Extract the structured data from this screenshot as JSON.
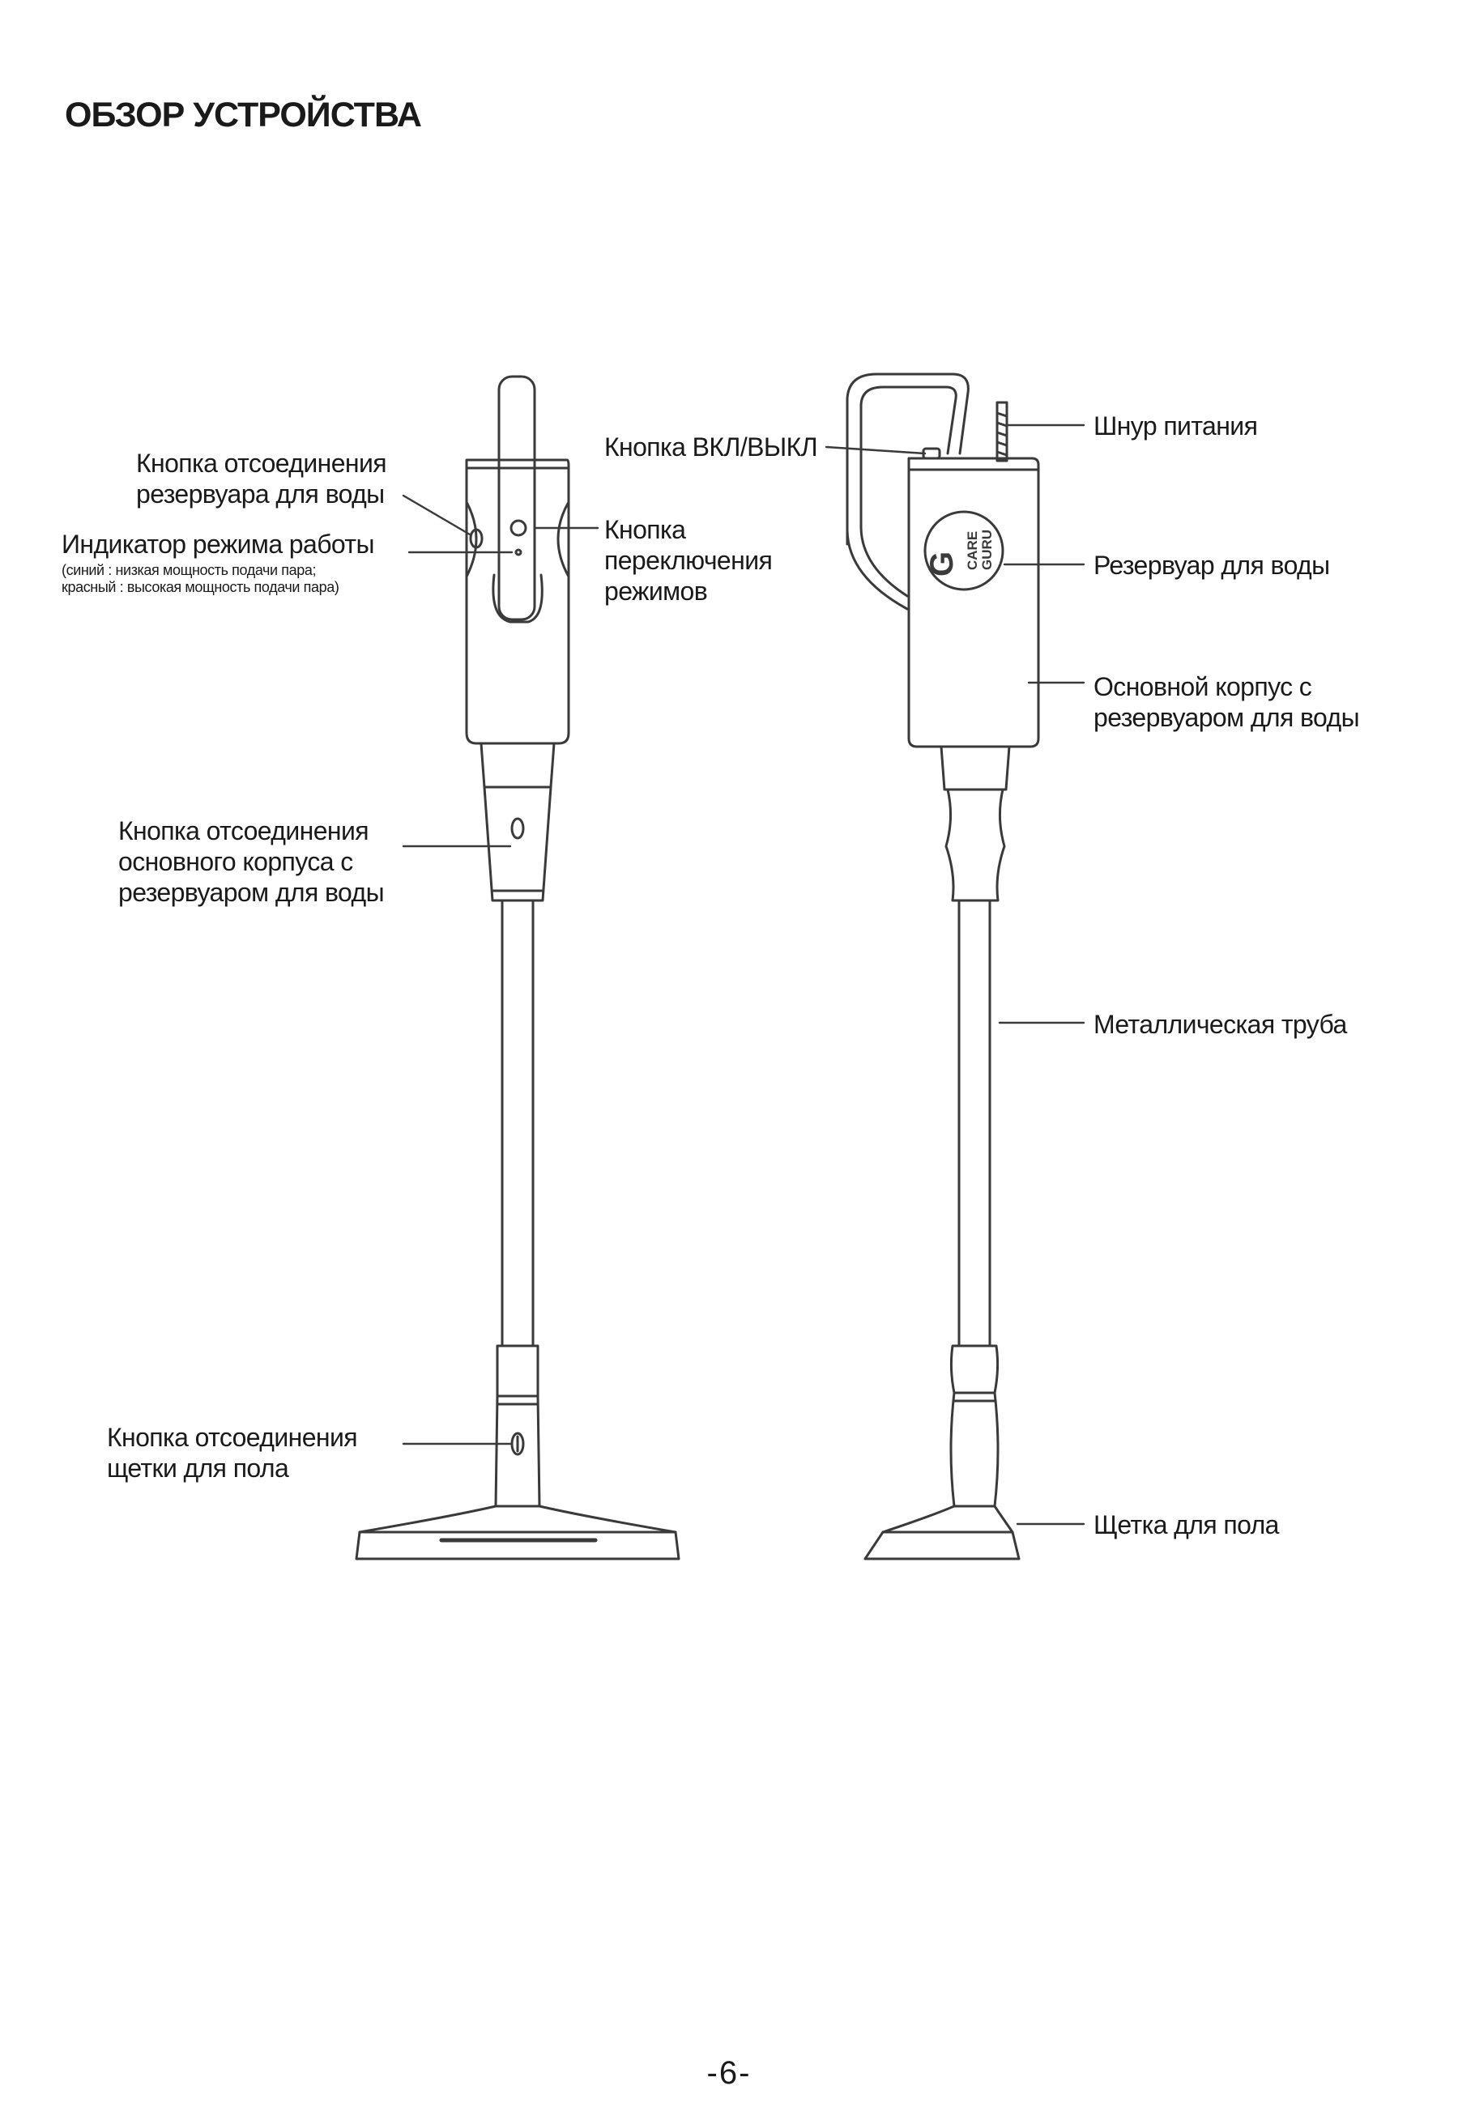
{
  "page": {
    "title": "ОБЗОР УСТРОЙСТВА",
    "page_number": "-6-"
  },
  "labels": {
    "tank_release_button": "Кнопка отсоединения\nрезервуара для воды",
    "mode_indicator": "Индикатор режима работы",
    "mode_indicator_note": "(синий : низкая мощность подачи пара;\nкрасный : высокая мощность подачи пара)",
    "mode_switch_button": "Кнопка\nпереключения\nрежимов",
    "body_release_button": "Кнопка отсоединения\nосновного корпуса с\nрезервуаром для воды",
    "brush_release_button": "Кнопка отсоединения\nщетки для пола",
    "power_button": "Кнопка ВКЛ/ВЫКЛ",
    "power_cord": "Шнур питания",
    "water_tank": "Резервуар для воды",
    "main_body": "Основной корпус с\nрезервуаром для воды",
    "metal_tube": "Металлическая труба",
    "floor_brush": "Щетка для пола"
  },
  "brand": {
    "logo_text": "CARE GURU"
  }
}
